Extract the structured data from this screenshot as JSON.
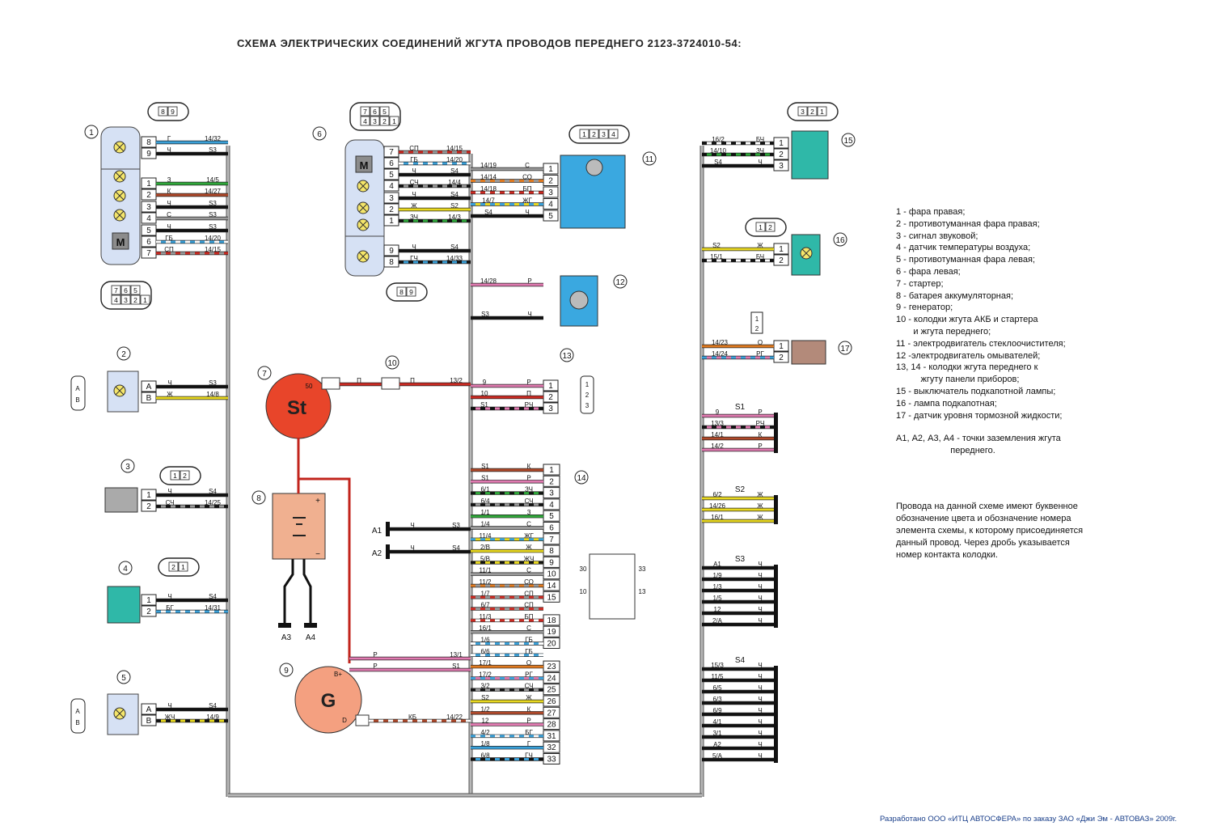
{
  "title": "СХЕМА ЭЛЕКТРИЧЕСКИХ СОЕДИНЕНИЙ ЖГУТА ПРОВОДОВ ПЕРЕДНЕГО  2123-3724010-54:",
  "footer": "Разработано ООО «ИТЦ АВТОСФЕРА» по заказу ЗАО «Джи Эм - АВТОВАЗ» 2009г.",
  "legend": [
    "1 - фара правая;",
    "2 - противотуманная фара правая;",
    "3 - сигнал звуковой;",
    "4 - датчик температуры воздуха;",
    "5 - противотуманная фара левая;",
    "6 - фара левая;",
    "7 - стартер;",
    "8 - батарея аккумуляторная;",
    "9 - генератор;",
    "10 - колодки жгута АКБ и стартера",
    "       и жгута переднего;",
    "11 - электродвигатель стеклоочистителя;",
    "12 -электродвигатель омывателей;",
    "13, 14 - колодки жгута переднего к",
    "          жгуту панели приборов;",
    "15 - выключатель подкапотной лампы;",
    "16 - лампа подкапотная;",
    "17 - датчик уровня тормозной жидкости;",
    "",
    "А1, А2, А3, А4 - точки заземления жгута",
    "                      переднего."
  ],
  "note": "Провода на данной схеме имеют буквенное\nобозначение цвета и обозначение номера\nэлемента схемы, к которому присоединяется\nданный провод. Через дробь указывается\nномер контакта колодки.",
  "labels": {
    "starter_symbol": "St",
    "starter_terminal": "50",
    "generator_symbol": "G",
    "generator_bplus": "B+",
    "generator_d": "D",
    "motor_symbol": "M",
    "ground_a1": "A1",
    "ground_a2": "A2",
    "ground_a3": "А3",
    "ground_a4": "А4"
  },
  "components": [
    {
      "num": "1",
      "pins": [
        {
          "pin": "8",
          "color": "Г",
          "to": "14/32"
        },
        {
          "pin": "9",
          "color": "Ч",
          "to": "S3"
        },
        {
          "pin": "1",
          "color": "З",
          "to": "14/5"
        },
        {
          "pin": "2",
          "color": "К",
          "to": "14/27"
        },
        {
          "pin": "3",
          "color": "Ч",
          "to": "S3"
        },
        {
          "pin": "4",
          "color": "С",
          "to": "S3"
        },
        {
          "pin": "5",
          "color": "Ч",
          "to": "S3"
        },
        {
          "pin": "6",
          "color": "ГБ",
          "to": "14/20"
        },
        {
          "pin": "7",
          "color": "СП",
          "to": "14/15"
        }
      ]
    },
    {
      "num": "2",
      "pins": [
        {
          "pin": "А",
          "color": "Ч",
          "to": "S3"
        },
        {
          "pin": "В",
          "color": "Ж",
          "to": "14/8"
        }
      ]
    },
    {
      "num": "3",
      "pins": [
        {
          "pin": "1",
          "color": "Ч",
          "to": "S4"
        },
        {
          "pin": "2",
          "color": "СЧ",
          "to": "14/25"
        }
      ]
    },
    {
      "num": "4",
      "pins": [
        {
          "pin": "1",
          "color": "Ч",
          "to": "S4"
        },
        {
          "pin": "2",
          "color": "БГ",
          "to": "14/31"
        }
      ]
    },
    {
      "num": "5",
      "pins": [
        {
          "pin": "А",
          "color": "Ч",
          "to": "S4"
        },
        {
          "pin": "В",
          "color": "ЖЧ",
          "to": "14/9"
        }
      ]
    },
    {
      "num": "6",
      "pins": [
        {
          "pin": "7",
          "color": "СП",
          "to": "14/15"
        },
        {
          "pin": "6",
          "color": "ГБ",
          "to": "14/20"
        },
        {
          "pin": "5",
          "color": "Ч",
          "to": "S4"
        },
        {
          "pin": "4",
          "color": "СЧ",
          "to": "14/4"
        },
        {
          "pin": "3",
          "color": "Ч",
          "to": "S4"
        },
        {
          "pin": "2",
          "color": "Ж",
          "to": "S2"
        },
        {
          "pin": "1",
          "color": "ЗЧ",
          "to": "14/3"
        },
        {
          "pin": "9",
          "color": "Ч",
          "to": "S4"
        },
        {
          "pin": "8",
          "color": "ГЧ",
          "to": "14/33"
        }
      ]
    },
    {
      "num": "7",
      "pins": [
        {
          "pin": "50",
          "color": "П",
          "to": "10"
        }
      ]
    },
    {
      "num": "8",
      "pins": []
    },
    {
      "num": "9",
      "pins": [
        {
          "pin": "B+",
          "color": "Р",
          "to": "13/1"
        },
        {
          "pin": "B+",
          "color": "Р",
          "to": "S1"
        },
        {
          "pin": "D",
          "color": "КБ",
          "to": "14/22"
        }
      ]
    },
    {
      "num": "10",
      "pins": [
        {
          "pin": "1",
          "color": "П",
          "to": "13/2"
        }
      ]
    },
    {
      "num": "11",
      "pins": [
        {
          "pin": "1",
          "color": "С",
          "from": "14/19"
        },
        {
          "pin": "2",
          "color": "СО",
          "from": "14/14"
        },
        {
          "pin": "3",
          "color": "БП",
          "from": "14/18"
        },
        {
          "pin": "4",
          "color": "ЖГ",
          "from": "14/7"
        },
        {
          "pin": "5",
          "color": "Ч",
          "from": "S4"
        }
      ]
    },
    {
      "num": "12",
      "pins": [
        {
          "pin": "+",
          "color": "Р",
          "from": "14/28"
        },
        {
          "pin": "-",
          "color": "Ч",
          "from": "S3"
        }
      ]
    },
    {
      "num": "13",
      "pins": [
        {
          "pin": "1",
          "color": "Р",
          "from": "9"
        },
        {
          "pin": "2",
          "color": "П",
          "from": "10"
        },
        {
          "pin": "3",
          "color": "РЧ",
          "from": "S1"
        }
      ]
    },
    {
      "num": "14",
      "pins": [
        {
          "pin": "1",
          "color": "К",
          "from": "S1"
        },
        {
          "pin": "2",
          "color": "Р",
          "from": "S1"
        },
        {
          "pin": "3",
          "color": "ЗЧ",
          "from": "6/1"
        },
        {
          "pin": "4",
          "color": "СЧ",
          "from": "6/4"
        },
        {
          "pin": "5",
          "color": "З",
          "from": "1/1"
        },
        {
          "pin": "6",
          "color": "С",
          "from": "1/4"
        },
        {
          "pin": "7",
          "color": "ЖГ",
          "from": "11/4"
        },
        {
          "pin": "8",
          "color": "Ж",
          "from": "2/В"
        },
        {
          "pin": "9",
          "color": "ЖЧ",
          "from": "5/В"
        },
        {
          "pin": "10",
          "color": "С",
          "from": "11/1"
        },
        {
          "pin": "14",
          "color": "СО",
          "from": "11/2"
        },
        {
          "pin": "15",
          "color": "СП",
          "from": "1/7"
        },
        {
          "pin": "15",
          "color": "СП",
          "from": "6/7"
        },
        {
          "pin": "18",
          "color": "БП",
          "from": "11/3"
        },
        {
          "pin": "19",
          "color": "С",
          "from": "16/1"
        },
        {
          "pin": "20",
          "color": "ГБ",
          "from": "1/6"
        },
        {
          "pin": "20",
          "color": "ГБ",
          "from": "6/6"
        },
        {
          "pin": "23",
          "color": "О",
          "from": "17/1"
        },
        {
          "pin": "24",
          "color": "РГ",
          "from": "17/2"
        },
        {
          "pin": "25",
          "color": "СЧ",
          "from": "3/2"
        },
        {
          "pin": "26",
          "color": "Ж",
          "from": "S2"
        },
        {
          "pin": "27",
          "color": "К",
          "from": "1/2"
        },
        {
          "pin": "28",
          "color": "Р",
          "from": "12"
        },
        {
          "pin": "31",
          "color": "БГ",
          "from": "4/2"
        },
        {
          "pin": "32",
          "color": "Г",
          "from": "1/8"
        },
        {
          "pin": "33",
          "color": "ГЧ",
          "from": "6/8"
        }
      ]
    },
    {
      "num": "15",
      "pins": [
        {
          "pin": "1",
          "color": "БЧ",
          "to": "16/2"
        },
        {
          "pin": "2",
          "color": "ЗЧ",
          "to": "14/10"
        },
        {
          "pin": "3",
          "color": "Ч",
          "to": "S4"
        }
      ]
    },
    {
      "num": "16",
      "pins": [
        {
          "pin": "1",
          "color": "Ж",
          "from": "S2"
        },
        {
          "pin": "2",
          "color": "БЧ",
          "from": "15/1"
        }
      ]
    },
    {
      "num": "17",
      "pins": [
        {
          "pin": "1",
          "color": "О",
          "from": "14/23"
        },
        {
          "pin": "2",
          "color": "РГ",
          "from": "14/24"
        }
      ]
    }
  ],
  "splices": [
    {
      "name": "S1",
      "wires": [
        {
          "from": "9",
          "color": "Р"
        },
        {
          "from": "13/3",
          "color": "РЧ"
        },
        {
          "from": "14/1",
          "color": "К"
        },
        {
          "from": "14/2",
          "color": "Р"
        }
      ]
    },
    {
      "name": "S2",
      "wires": [
        {
          "from": "6/2",
          "color": "Ж"
        },
        {
          "from": "14/26",
          "color": "Ж"
        },
        {
          "from": "16/1",
          "color": "Ж"
        }
      ]
    },
    {
      "name": "S3",
      "wires": [
        {
          "from": "A1",
          "color": "Ч"
        },
        {
          "from": "1/9",
          "color": "Ч"
        },
        {
          "from": "1/3",
          "color": "Ч"
        },
        {
          "from": "1/5",
          "color": "Ч"
        },
        {
          "from": "12",
          "color": "Ч"
        },
        {
          "from": "2/A",
          "color": "Ч"
        }
      ]
    },
    {
      "name": "S4",
      "wires": [
        {
          "from": "15/3",
          "color": "Ч"
        },
        {
          "from": "11/5",
          "color": "Ч"
        },
        {
          "from": "6/5",
          "color": "Ч"
        },
        {
          "from": "6/3",
          "color": "Ч"
        },
        {
          "from": "6/9",
          "color": "Ч"
        },
        {
          "from": "4/1",
          "color": "Ч"
        },
        {
          "from": "3/1",
          "color": "Ч"
        },
        {
          "from": "A2",
          "color": "Ч"
        },
        {
          "from": "5/A",
          "color": "Ч"
        }
      ]
    }
  ],
  "wire_colors": {
    "Ч": "#111111",
    "Р": "#e07ab0",
    "К": "#b0492a",
    "З": "#2fa83a",
    "С": "#9a9a9a",
    "Г": "#3aa0d8",
    "Ж": "#e8d820",
    "П": "#cc2a22",
    "О": "#e07a20",
    "Б": "#ffffff",
    "harness": "#8a8a8a",
    "connector_fill": "#d6e1f4",
    "switch_fill": "#2fb8a8",
    "starter_fill": "#e8452a",
    "generator_fill": "#f4a080",
    "battery_fill": "#f0b090",
    "motor_fill": "#3aa8e0",
    "sensor_fill": "#b38a7a"
  }
}
